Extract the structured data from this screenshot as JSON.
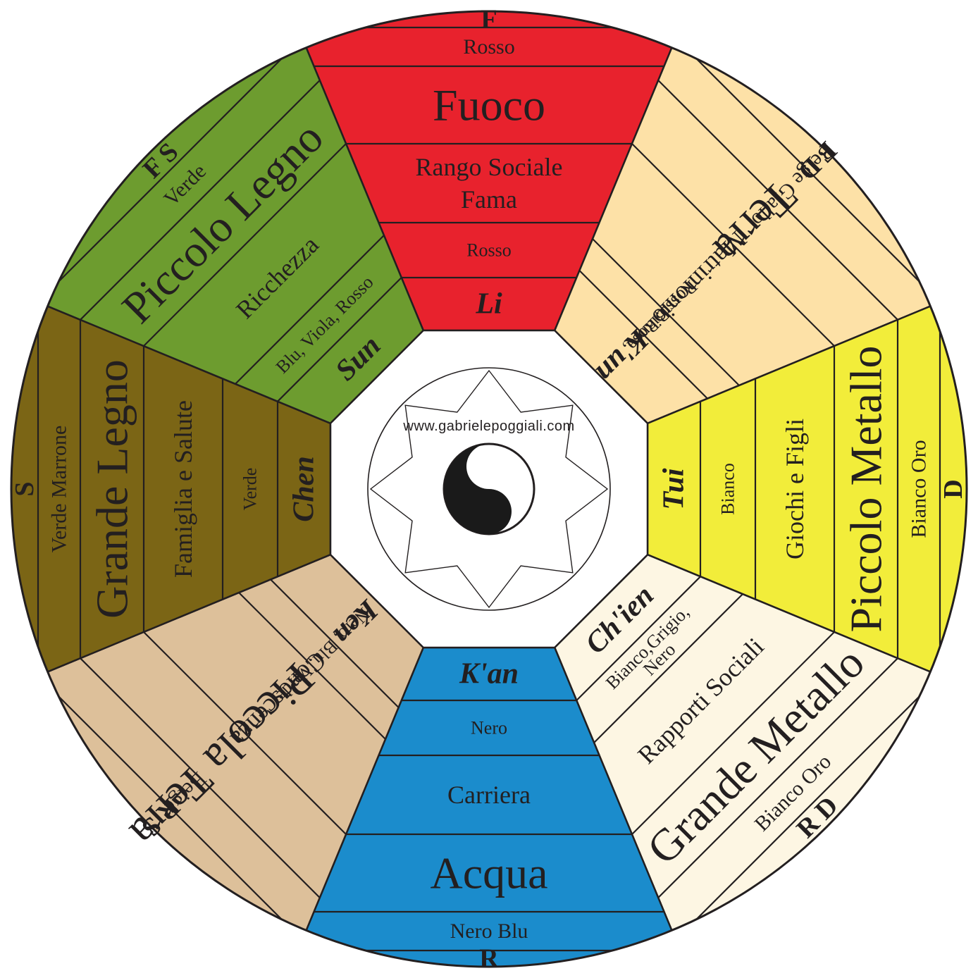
{
  "website": "www.gabrielepoggiali.com",
  "colors": {
    "outline": "#231f20",
    "center": "#ffffff",
    "yin": "#1a1a1a",
    "yang": "#ffffff"
  },
  "sectors": [
    {
      "id": "south",
      "color": "#e8222d",
      "direction": "F",
      "trigram": "Li",
      "element": "Fuoco",
      "area": [
        "Fama",
        "Rango Sociale"
      ],
      "colors_outer": "Rosso",
      "colors_inner": "Rosso"
    },
    {
      "id": "southwest",
      "color": "#fde1a7",
      "direction": "F D",
      "trigram": "K'un",
      "element": "Terra",
      "area": [
        "Matrimonio"
      ],
      "colors_outer": "Beige Giallo",
      "colors_inner": [
        "Rosso, Rosa,",
        "Bianco"
      ]
    },
    {
      "id": "west",
      "color": "#f2ed3a",
      "direction": "D",
      "trigram": "Tui",
      "element": "Piccolo Metallo",
      "area": [
        "Giochi e Figli"
      ],
      "colors_outer": "Bianco Oro",
      "colors_inner": "Bianco"
    },
    {
      "id": "northwest",
      "color": "#fdf6e3",
      "direction": "R D",
      "trigram": "Ch'ien",
      "element": "Grande Metallo",
      "area": [
        "Rapporti Sociali"
      ],
      "colors_outer": "Bianco Oro",
      "colors_inner": [
        "Bianco,Grigio,",
        "Nero"
      ]
    },
    {
      "id": "north",
      "color": "#1b8ccc",
      "direction": "R",
      "trigram": "K'an",
      "element": "Acqua",
      "area": [
        "Carriera"
      ],
      "colors_outer": "Nero Blu",
      "colors_inner": "Nero"
    },
    {
      "id": "northeast",
      "color": "#ddc09a",
      "direction": "R S",
      "trigram": "Ken",
      "element": "Piccola Terra",
      "area": [
        "Conoscenza"
      ],
      "colors_outer": "Beige",
      "colors_inner": [
        "Nero, Blu, Verde"
      ]
    },
    {
      "id": "east",
      "color": "#7b6515",
      "direction": "S",
      "trigram": "Chen",
      "element": "Grande Legno",
      "area": [
        "Famiglia e Salute"
      ],
      "colors_outer": "Verde Marrone",
      "colors_inner": "Verde"
    },
    {
      "id": "southeast",
      "color": "#6d9c2f",
      "direction": "F S",
      "trigram": "Sun",
      "element": "Piccolo Legno",
      "area": [
        "Ricchezza"
      ],
      "colors_outer": "Verde",
      "colors_inner": [
        "Blu, Viola, Rosso"
      ]
    }
  ]
}
